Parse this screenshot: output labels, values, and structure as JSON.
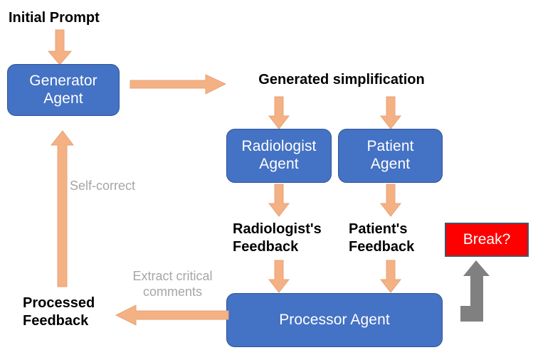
{
  "diagram": {
    "title": "Multi-agent radiology report simplification loop",
    "colors": {
      "agent_blue": "#4472C4",
      "agent_blue_border": "#2F5597",
      "arrow_orange": "#F4B183",
      "arrow_orange_border": "#E8A37A",
      "break_red": "#FF0000",
      "break_border": "#44546A",
      "note_gray": "#A6A6A6",
      "gray_arrow": "#808080",
      "label_black": "#000000",
      "background": "#FFFFFF"
    }
  },
  "nodes": {
    "initial_prompt": "Initial Prompt",
    "generator_agent": "Generator\nAgent",
    "generated_simplification": "Generated simplification",
    "radiologist_agent": "Radiologist\nAgent",
    "patient_agent": "Patient\nAgent",
    "radiologist_feedback": "Radiologist's\nFeedback",
    "patient_feedback": "Patient's\nFeedback",
    "break": "Break?",
    "processor_agent": "Processor  Agent",
    "processed_feedback": "Processed\nFeedback"
  },
  "edge_labels": {
    "self_correct": "Self-correct",
    "extract_critical_comments": "Extract critical\ncomments"
  },
  "edges": [
    {
      "name": "prompt-to-generator",
      "from": "initial_prompt",
      "to": "generator_agent",
      "direction": "down",
      "color": "#F4B183"
    },
    {
      "name": "generator-to-simplification",
      "from": "generator_agent",
      "to": "generated_simplification",
      "direction": "right",
      "color": "#F4B183"
    },
    {
      "name": "simplification-to-radiologist",
      "from": "generated_simplification",
      "to": "radiologist_agent",
      "direction": "down",
      "color": "#F4B183"
    },
    {
      "name": "simplification-to-patient",
      "from": "generated_simplification",
      "to": "patient_agent",
      "direction": "down",
      "color": "#F4B183"
    },
    {
      "name": "radiologist-to-feedback",
      "from": "radiologist_agent",
      "to": "radiologist_feedback",
      "direction": "down",
      "color": "#F4B183"
    },
    {
      "name": "patient-to-feedback",
      "from": "patient_agent",
      "to": "patient_feedback",
      "direction": "down",
      "color": "#F4B183"
    },
    {
      "name": "radiologist-feedback-to-processor",
      "from": "radiologist_feedback",
      "to": "processor_agent",
      "direction": "down",
      "color": "#F4B183"
    },
    {
      "name": "patient-feedback-to-processor",
      "from": "patient_feedback",
      "to": "processor_agent",
      "direction": "down",
      "color": "#F4B183"
    },
    {
      "name": "processor-to-processed-feedback",
      "from": "processor_agent",
      "to": "processed_feedback",
      "direction": "left",
      "color": "#F4B183",
      "label": "Extract critical\ncomments"
    },
    {
      "name": "processed-feedback-to-generator",
      "from": "processed_feedback",
      "to": "generator_agent",
      "direction": "up",
      "color": "#F4B183",
      "label": "Self-correct"
    },
    {
      "name": "processor-to-break",
      "from": "processor_agent",
      "to": "break",
      "direction": "elbow-up",
      "color": "#808080"
    }
  ]
}
